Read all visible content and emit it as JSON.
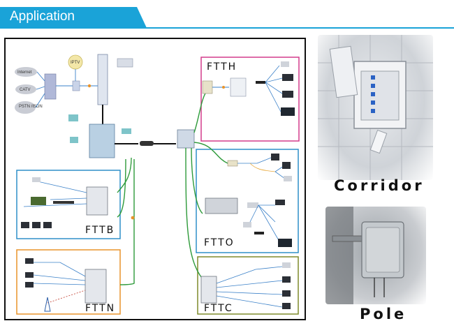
{
  "header": {
    "title": "Application"
  },
  "diagram": {
    "zones": {
      "ftth": "FTTH",
      "fttb": "FTTB",
      "ftto": "FTTO",
      "fttn": "FTTN",
      "fttc": "FTTC"
    },
    "sources": {
      "internet": "Internet",
      "catv": "CATV",
      "pstn": "PSTN\n/ISDN",
      "iptv": "IPTV"
    },
    "colors": {
      "ftth_border": "#d43c8c",
      "fttb_border": "#2e8fc9",
      "ftto_border": "#2e8fc9",
      "fttn_border": "#e8932a",
      "fttc_border": "#7e8a2a",
      "fiber": "#2e9a3a",
      "copper": "#4a90d0",
      "frame": "#111111"
    }
  },
  "photos": {
    "corridor": {
      "caption": "Corridor",
      "icon": "wall-mounted-distribution-box"
    },
    "pole": {
      "caption": "Pole",
      "icon": "pole-mounted-distribution-box"
    }
  }
}
